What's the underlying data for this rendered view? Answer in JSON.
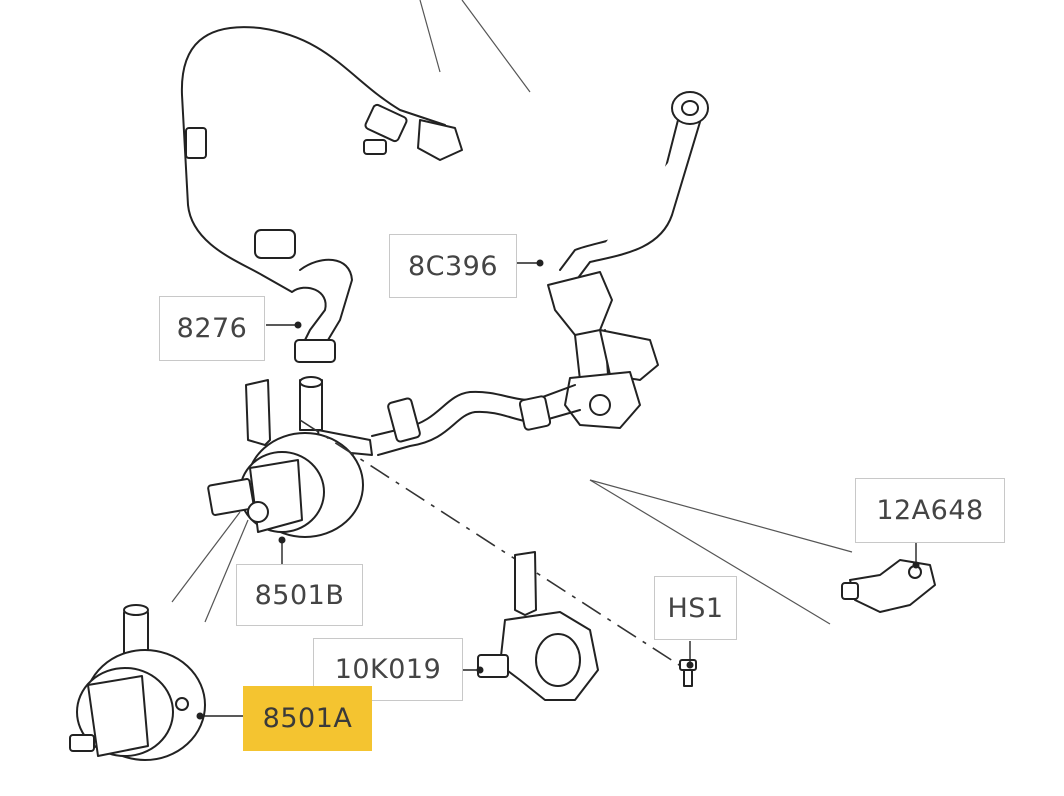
{
  "diagram": {
    "callouts": [
      {
        "id": "8276",
        "label": "8276",
        "highlighted": false
      },
      {
        "id": "8C396",
        "label": "8C396",
        "highlighted": false
      },
      {
        "id": "8501B",
        "label": "8501B",
        "highlighted": false
      },
      {
        "id": "12A648",
        "label": "12A648",
        "highlighted": false
      },
      {
        "id": "HS1",
        "label": "HS1",
        "highlighted": false
      },
      {
        "id": "10K019",
        "label": "10K019",
        "highlighted": false
      },
      {
        "id": "8501A",
        "label": "8501A",
        "highlighted": true
      }
    ],
    "colors": {
      "highlight": "#f4c430",
      "label_text": "#444444",
      "label_border": "#c8c8c8",
      "line": "#222222"
    }
  }
}
